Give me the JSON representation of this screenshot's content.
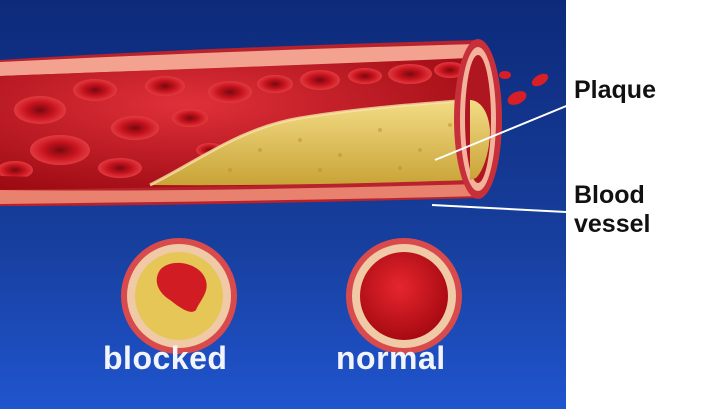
{
  "labels": {
    "plaque": "Plaque",
    "blood_vessel_line1": "Blood",
    "blood_vessel_line2": "vessel"
  },
  "cross_sections": [
    {
      "caption": "blocked"
    },
    {
      "caption": "normal"
    }
  ],
  "colors": {
    "background_top": "#0d2a7a",
    "background_bottom": "#1f52cc",
    "vessel_wall": "#c7303a",
    "vessel_wall_light": "#f4a08c",
    "blood": "#c4101a",
    "plaque": "#e4c45a",
    "plaque_ring": "#f0c9a6"
  }
}
